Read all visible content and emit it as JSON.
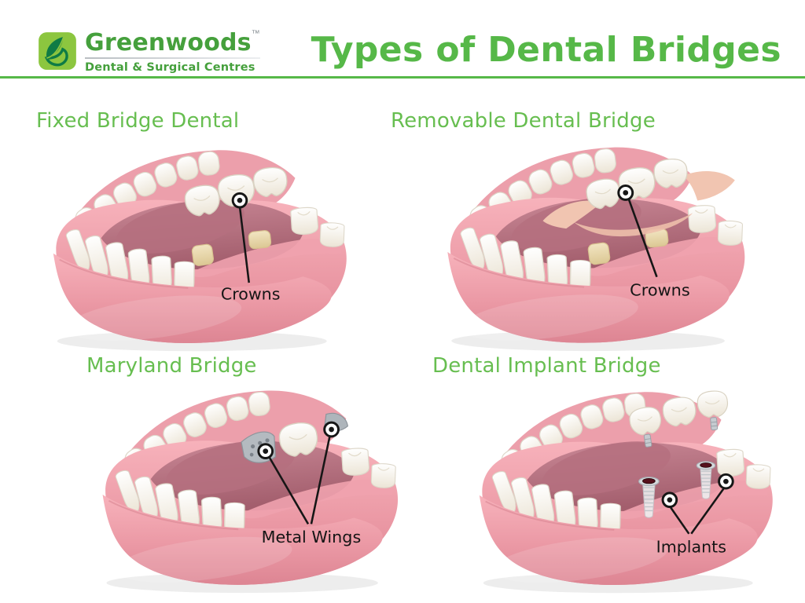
{
  "header": {
    "title": "Types of Dental Bridges",
    "logo": {
      "name": "Greenwoods",
      "trademark": "™",
      "tagline": "Dental & Surgical Centres"
    }
  },
  "sections": [
    {
      "label": "Fixed Bridge Dental",
      "annotation": "Crowns"
    },
    {
      "label": "Removable Dental Bridge",
      "annotation": "Crowns"
    },
    {
      "label": "Maryland Bridge",
      "annotation": "Metal Wings"
    },
    {
      "label": "Dental Implant Bridge",
      "annotation": "Implants"
    }
  ],
  "colors": {
    "title_green": "#56b848",
    "label_green": "#67be50",
    "logo_green": "#45a03c",
    "logo_icon_light": "#8cc63f",
    "logo_icon_dark": "#0e7b45",
    "gum_pink": "#f0a3ae",
    "inner_mouth": "#b06f7e",
    "tooth_white": "#ffffff",
    "prepared_tooth_tan": "#ead9ad",
    "metal_gray": "#b4bac0",
    "implant_silver": "#d6dadd",
    "callout_black": "#161616"
  }
}
